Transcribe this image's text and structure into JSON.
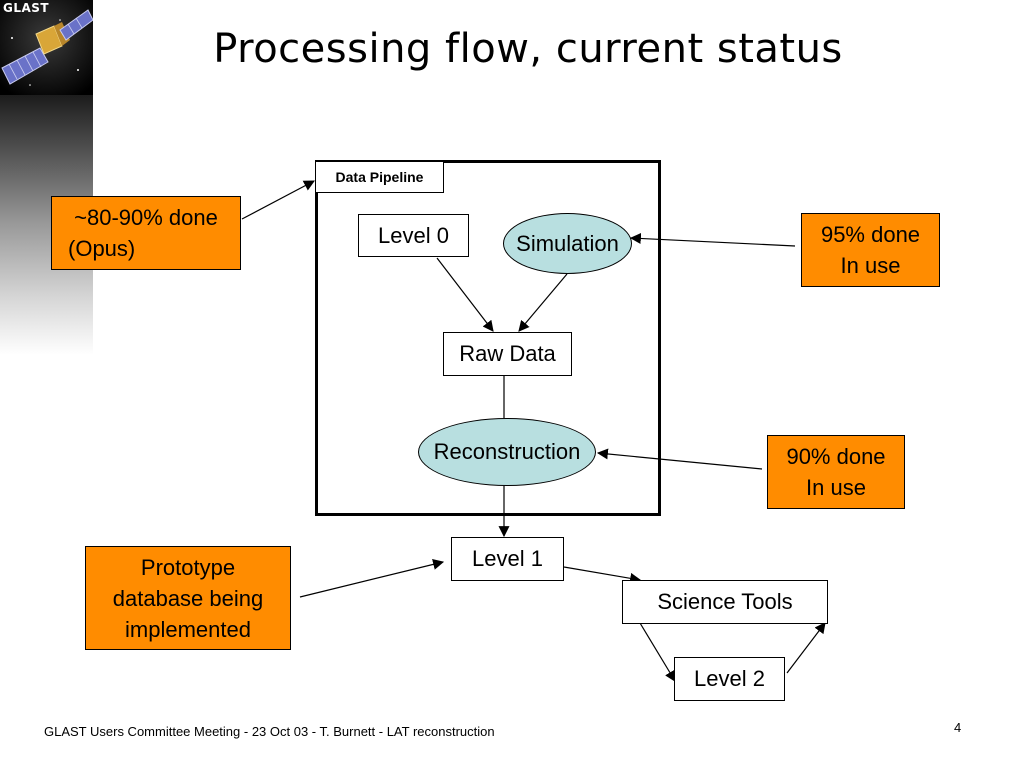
{
  "header": {
    "logo_text": "GLAST",
    "title": "Processing flow, current status"
  },
  "pipeline": {
    "frame_label": "Data Pipeline"
  },
  "nodes": {
    "level0": "Level 0",
    "simulation": "Simulation",
    "raw_data": "Raw Data",
    "reconstruction": "Reconstruction",
    "level1": "Level 1",
    "science_tools": "Science Tools",
    "level2": "Level 2"
  },
  "notes": {
    "pipeline": {
      "line1": "~80-90% done",
      "line2": "(Opus)"
    },
    "simulation": {
      "line1": "95% done",
      "line2": "In use"
    },
    "reconstruction": {
      "line1": "90% done",
      "line2": "In use"
    },
    "database": {
      "line1": "Prototype",
      "line2": "database being",
      "line3": "implemented"
    }
  },
  "footer": {
    "text": "GLAST Users Committee Meeting - 23 Oct 03 - T. Burnett - LAT reconstruction",
    "page_number": "4"
  },
  "colors": {
    "note_fill": "#ff8c00",
    "ellipse_fill": "#b8dfe0",
    "band_dark": "#1c1c1c"
  }
}
